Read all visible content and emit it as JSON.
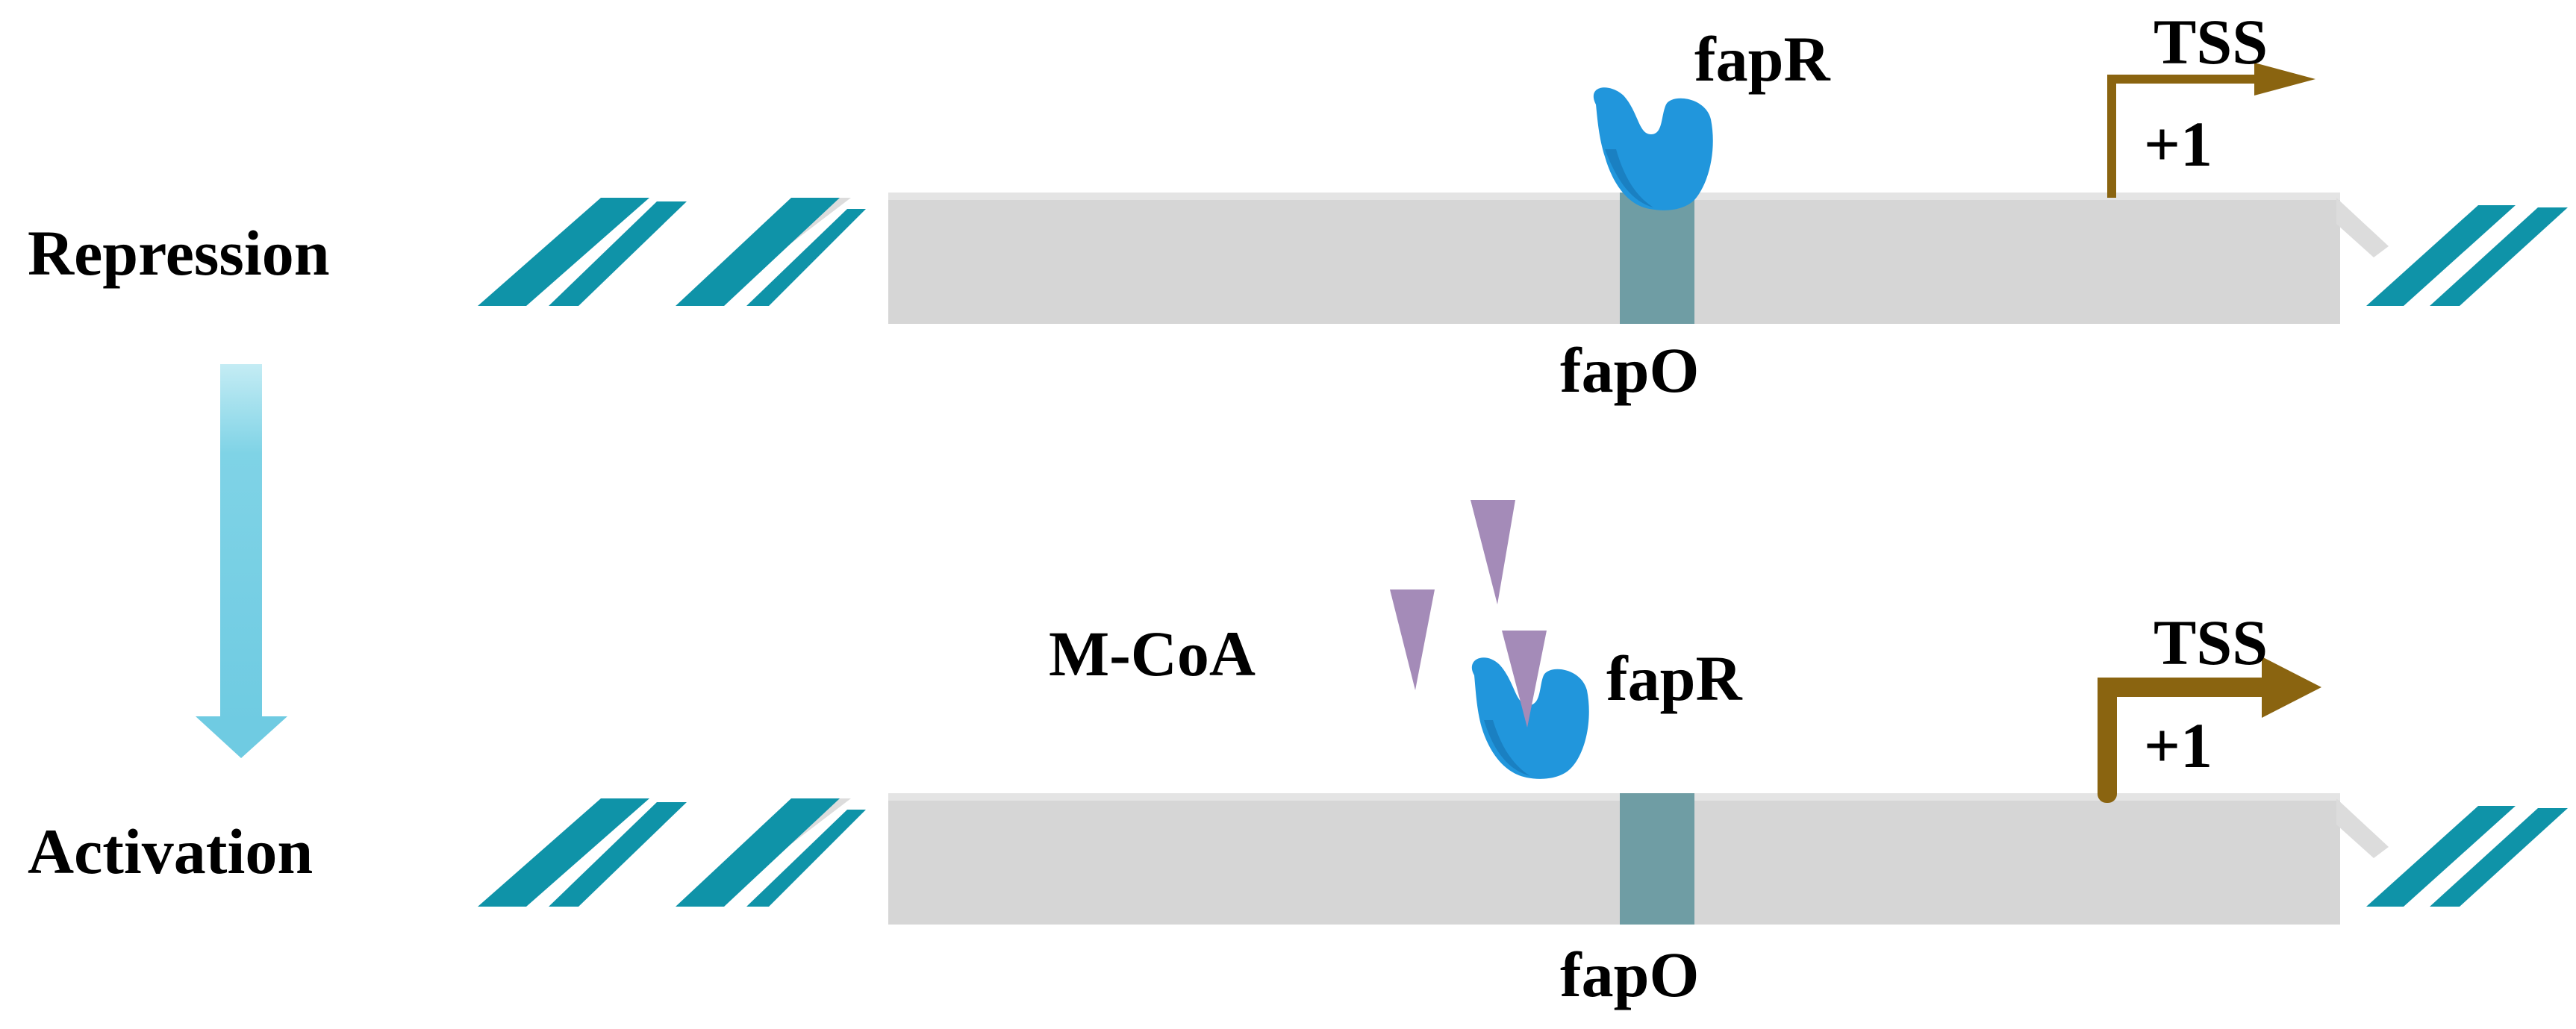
{
  "states": {
    "top": "Repression",
    "bottom": "Activation"
  },
  "labels": {
    "fapR_top": "fapR",
    "fapR_bottom": "fapR",
    "fapO_top": "fapO",
    "fapO_bottom": "fapO",
    "tss_top": "TSS",
    "tss_bottom": "TSS",
    "plus1_top": "+1",
    "plus1_bottom": "+1",
    "mcoa": "M-CoA"
  },
  "colors": {
    "dna_bar": "#d6d6d6",
    "dna_strand": "#0f93a8",
    "dna_strand_faint": "#c9c9c9",
    "operator": "#6f9da4",
    "fapR_protein": "#2196dc",
    "tss_arrow": "#8a6410",
    "mcoa_triangle": "#a48bb8",
    "process_arrow": "#7fd3e6"
  }
}
